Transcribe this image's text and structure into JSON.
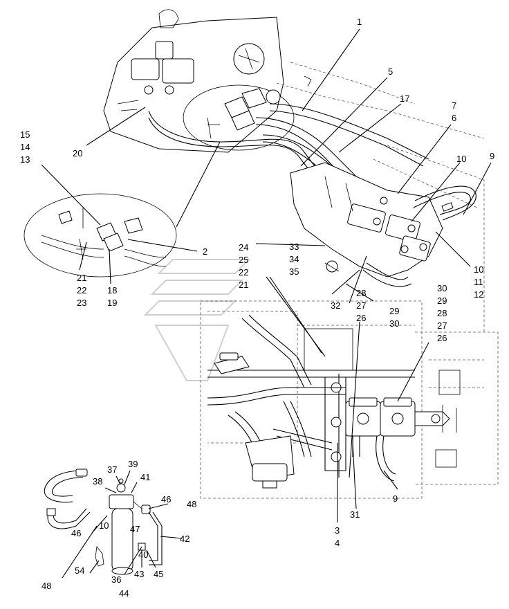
{
  "callouts": [
    {
      "id": "c1",
      "text": "1"
    },
    {
      "id": "c5",
      "text": "5"
    },
    {
      "id": "c17",
      "text": "17"
    },
    {
      "id": "c7",
      "text": "7"
    },
    {
      "id": "c6",
      "text": "6"
    },
    {
      "id": "c10a",
      "text": "10"
    },
    {
      "id": "c9a",
      "text": "9"
    },
    {
      "id": "c15",
      "text": "15"
    },
    {
      "id": "c14",
      "text": "14"
    },
    {
      "id": "c13",
      "text": "13"
    },
    {
      "id": "c20",
      "text": "20"
    },
    {
      "id": "c2",
      "text": "2"
    },
    {
      "id": "c24",
      "text": "24"
    },
    {
      "id": "c25",
      "text": "25"
    },
    {
      "id": "c22a",
      "text": "22"
    },
    {
      "id": "c21a",
      "text": "21"
    },
    {
      "id": "c33",
      "text": "33"
    },
    {
      "id": "c34",
      "text": "34"
    },
    {
      "id": "c35",
      "text": "35"
    },
    {
      "id": "c10b",
      "text": "10"
    },
    {
      "id": "c11",
      "text": "11"
    },
    {
      "id": "c12",
      "text": "12"
    },
    {
      "id": "c21b",
      "text": "21"
    },
    {
      "id": "c22b",
      "text": "22"
    },
    {
      "id": "c23",
      "text": "23"
    },
    {
      "id": "c18",
      "text": "18"
    },
    {
      "id": "c19",
      "text": "19"
    },
    {
      "id": "c28a",
      "text": "28"
    },
    {
      "id": "c27a",
      "text": "27"
    },
    {
      "id": "c26a",
      "text": "26"
    },
    {
      "id": "c32",
      "text": "32"
    },
    {
      "id": "c29a",
      "text": "29"
    },
    {
      "id": "c30a",
      "text": "30"
    },
    {
      "id": "c30b",
      "text": "30"
    },
    {
      "id": "c29b",
      "text": "29"
    },
    {
      "id": "c28b",
      "text": "28"
    },
    {
      "id": "c27b",
      "text": "27"
    },
    {
      "id": "c26b",
      "text": "26"
    },
    {
      "id": "c37",
      "text": "37"
    },
    {
      "id": "c39",
      "text": "39"
    },
    {
      "id": "c38",
      "text": "38"
    },
    {
      "id": "c41",
      "text": "41"
    },
    {
      "id": "c46a",
      "text": "46"
    },
    {
      "id": "c48a",
      "text": "48"
    },
    {
      "id": "c10c",
      "text": "10"
    },
    {
      "id": "c47",
      "text": "47"
    },
    {
      "id": "c46b",
      "text": "46"
    },
    {
      "id": "c42",
      "text": "42"
    },
    {
      "id": "c9b",
      "text": "9"
    },
    {
      "id": "c3",
      "text": "3"
    },
    {
      "id": "c31",
      "text": "31"
    },
    {
      "id": "c4",
      "text": "4"
    },
    {
      "id": "c54",
      "text": "54"
    },
    {
      "id": "c40",
      "text": "40"
    },
    {
      "id": "c43",
      "text": "43"
    },
    {
      "id": "c45",
      "text": "45"
    },
    {
      "id": "c48b",
      "text": "48"
    },
    {
      "id": "c36",
      "text": "36"
    },
    {
      "id": "c44",
      "text": "44"
    }
  ]
}
